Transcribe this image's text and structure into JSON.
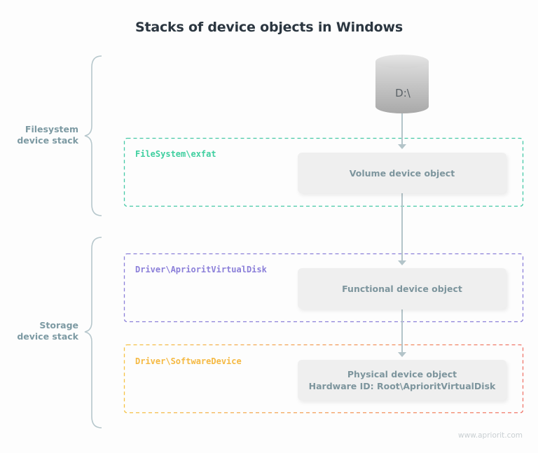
{
  "title": "Stacks of device objects in Windows",
  "drive": {
    "label": "D:\\",
    "icon": "database-cylinder-icon"
  },
  "groups": [
    {
      "label_line1": "Filesystem",
      "label_line2": "device stack"
    },
    {
      "label_line1": "Storage",
      "label_line2": "device stack"
    }
  ],
  "stacks": [
    {
      "label": "FileSystem\\exfat",
      "color": "#3ecf9f",
      "node": {
        "line1": "Volume device object",
        "line2": ""
      }
    },
    {
      "label": "Driver\\AprioritVirtualDisk",
      "color": "#8b7fd9",
      "node": {
        "line1": "Functional device object",
        "line2": ""
      }
    },
    {
      "label": "Driver\\SoftwareDevice",
      "color": "#f5b942",
      "color_end": "#f0756a",
      "node": {
        "line1": "Physical device object",
        "line2": "Hardware ID: Root\\AprioritVirtualDisk"
      }
    }
  ],
  "colors": {
    "arrow": "#b3c4c9",
    "brace": "#b6c7cc",
    "title": "#2b3640"
  },
  "watermark": "www.apriorit.com"
}
